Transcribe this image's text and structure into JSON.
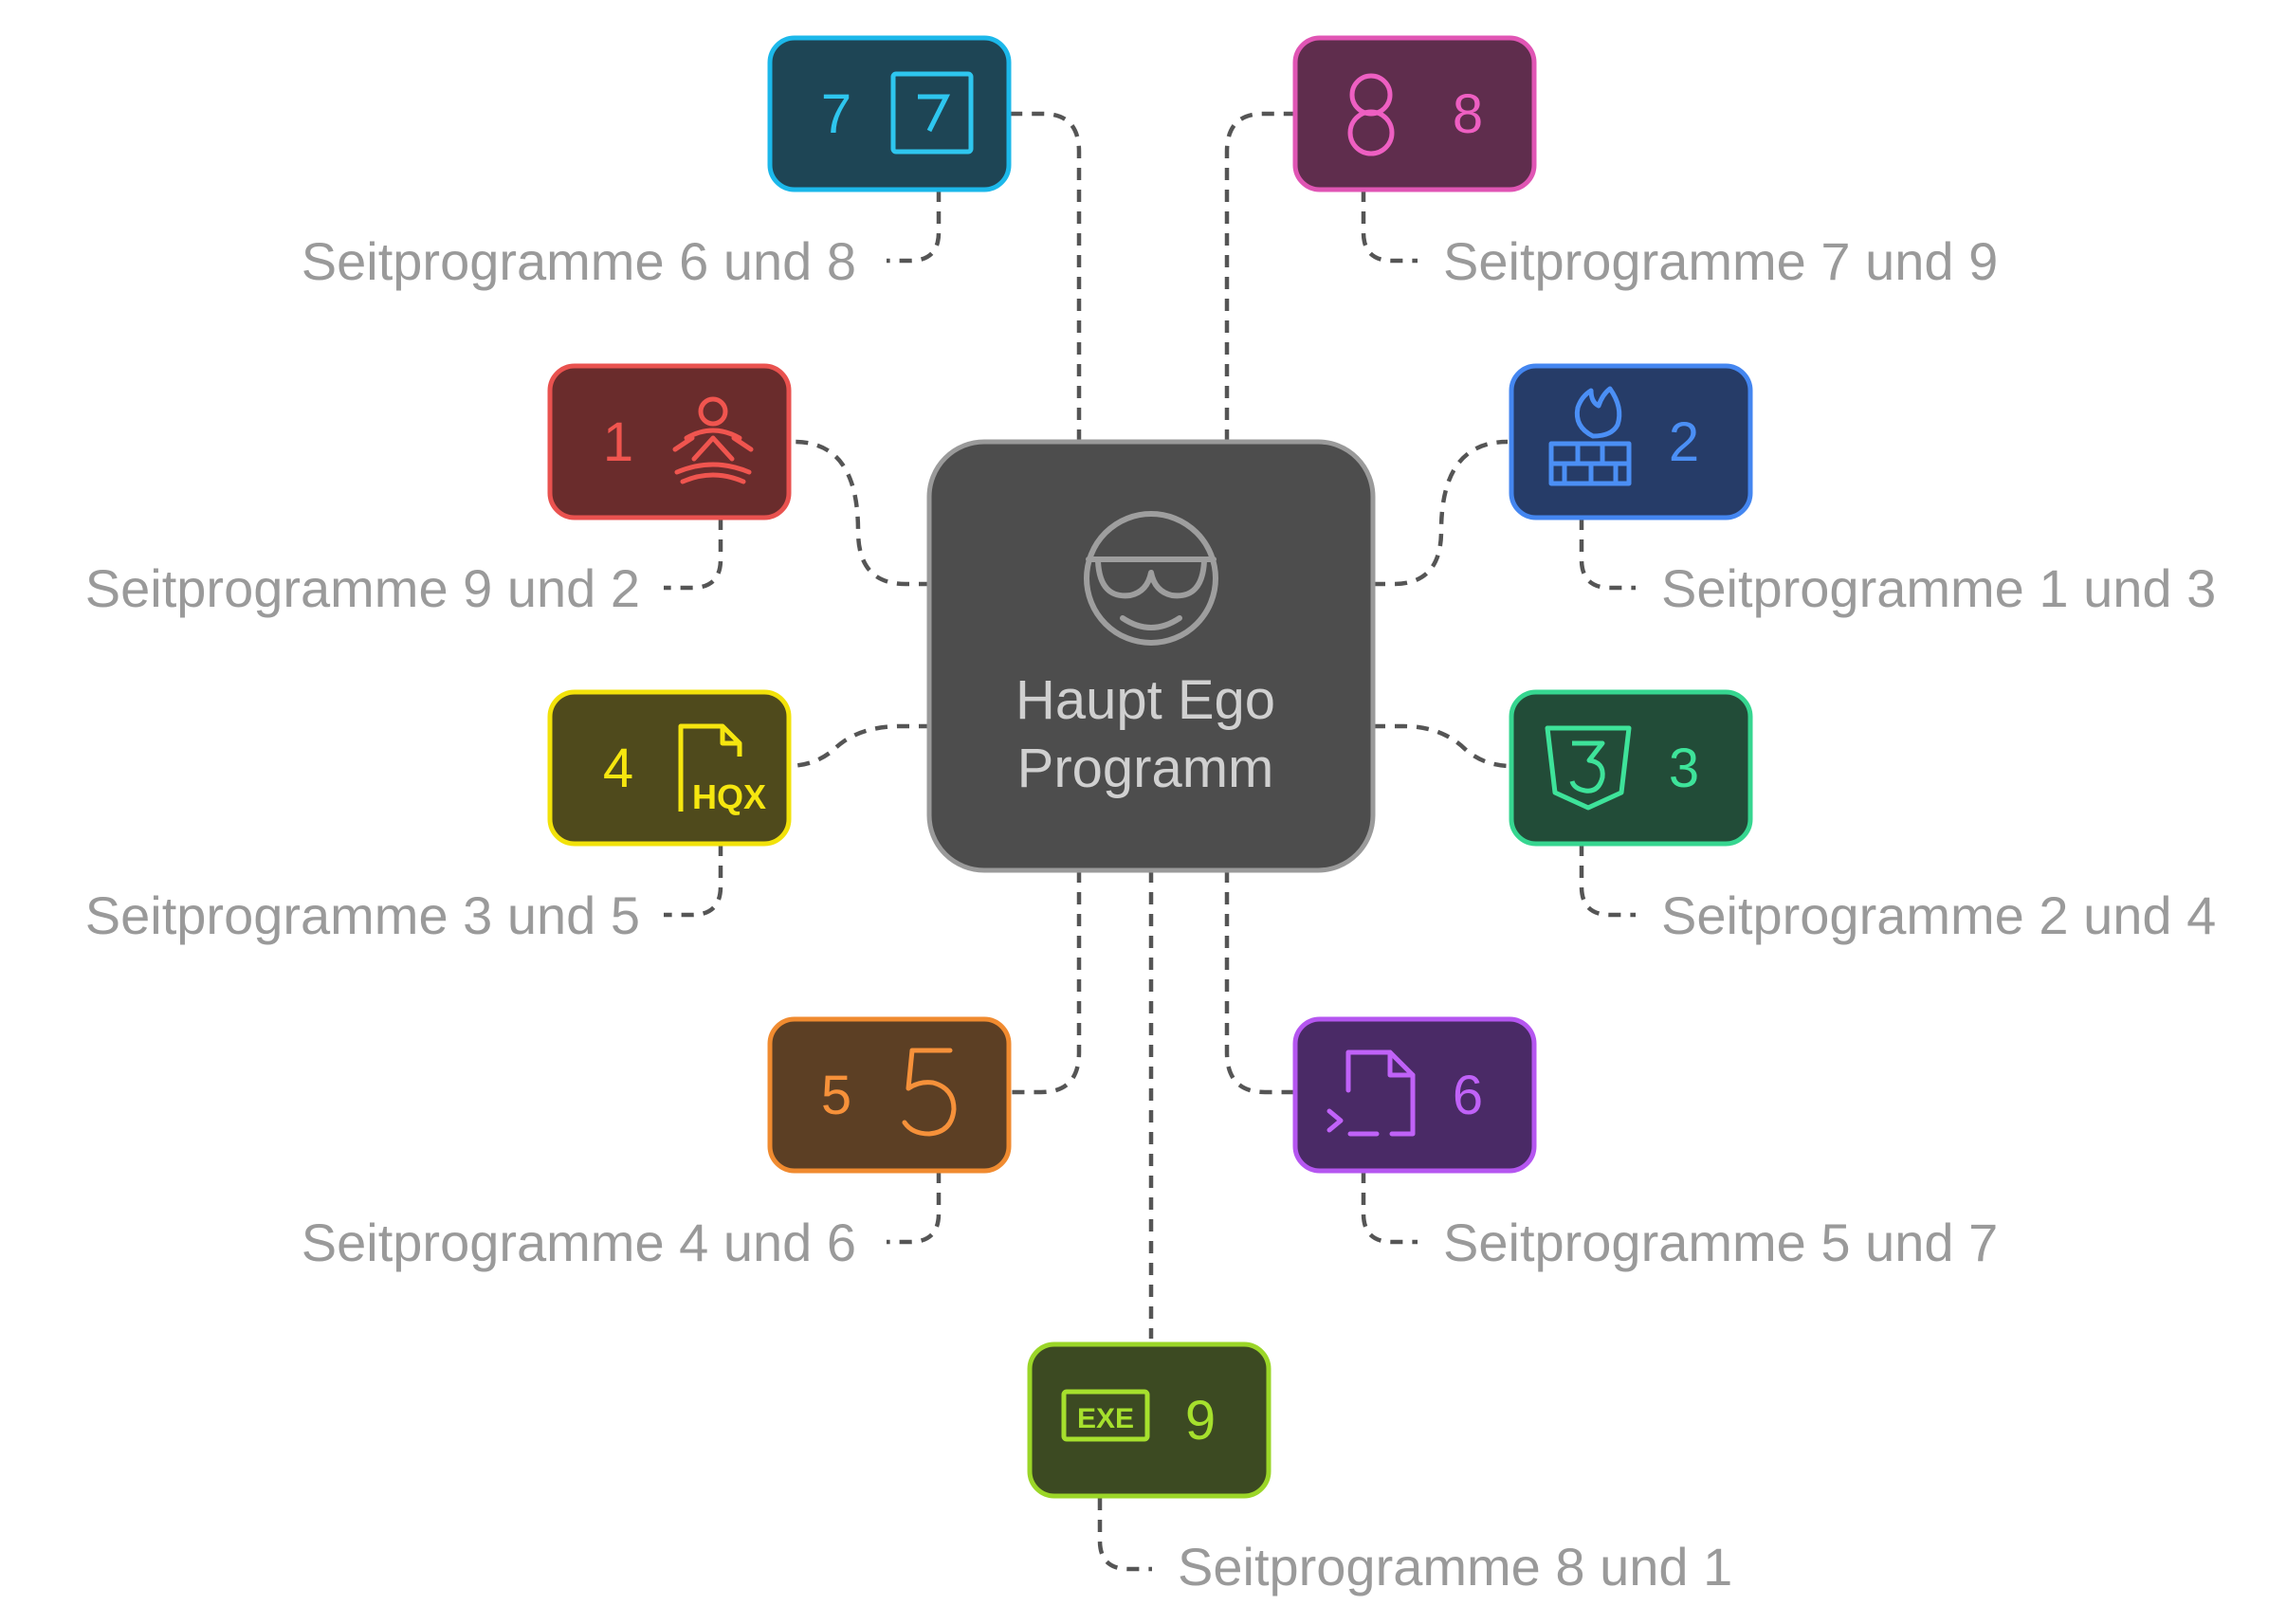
{
  "center": {
    "title_line1": "Haupt Ego",
    "title_line2": "Programm",
    "icon": "cool-face-sunglasses-icon"
  },
  "nodes": [
    {
      "id": "7",
      "number": "7",
      "icon": "number-seven-square-icon",
      "caption": "Seitprogramme 6 und 8",
      "border": "#1cb8ea",
      "fill": "#1e4555",
      "fg": "#2ec6ef"
    },
    {
      "id": "8",
      "number": "8",
      "icon": "number-eight-icon",
      "caption": "Seitprogramme 7 und 9",
      "border": "#e055b4",
      "fill": "#5f2d4d",
      "fg": "#ee5fc2"
    },
    {
      "id": "1",
      "number": "1",
      "icon": "meditation-icon",
      "caption": "Seitprogramme 9 und 2",
      "border": "#e9524f",
      "fill": "#6a2c2c",
      "fg": "#f0554f"
    },
    {
      "id": "2",
      "number": "2",
      "icon": "firewall-icon",
      "caption": "Seitprogramme 1 und 3",
      "border": "#4486f0",
      "fill": "#263c68",
      "fg": "#4b8ff5"
    },
    {
      "id": "4",
      "number": "4",
      "icon": "hqx-file-icon",
      "caption": "Seitprogramme 3 und 5",
      "border": "#f2e20a",
      "fill": "#4f4a1c",
      "fg": "#f6e60f"
    },
    {
      "id": "3",
      "number": "3",
      "icon": "css3-shield-icon",
      "caption": "Seitprogramme 2 und 4",
      "border": "#36d690",
      "fill": "#224c38",
      "fg": "#3ee39a"
    },
    {
      "id": "5",
      "number": "5",
      "icon": "number-five-icon",
      "caption": "Seitprogramme 4 und 6",
      "border": "#f08b30",
      "fill": "#5c3f24",
      "fg": "#f6913a"
    },
    {
      "id": "6",
      "number": "6",
      "icon": "terminal-file-icon",
      "caption": "Seitprogramme 5 und 7",
      "border": "#b556f0",
      "fill": "#4a2a66",
      "fg": "#c062f8"
    },
    {
      "id": "9",
      "number": "9",
      "icon": "exe-file-icon",
      "caption": "Seitprogramme 8 und 1",
      "border": "#9bd628",
      "fill": "#3c4a22",
      "fg": "#a6e02d"
    }
  ]
}
